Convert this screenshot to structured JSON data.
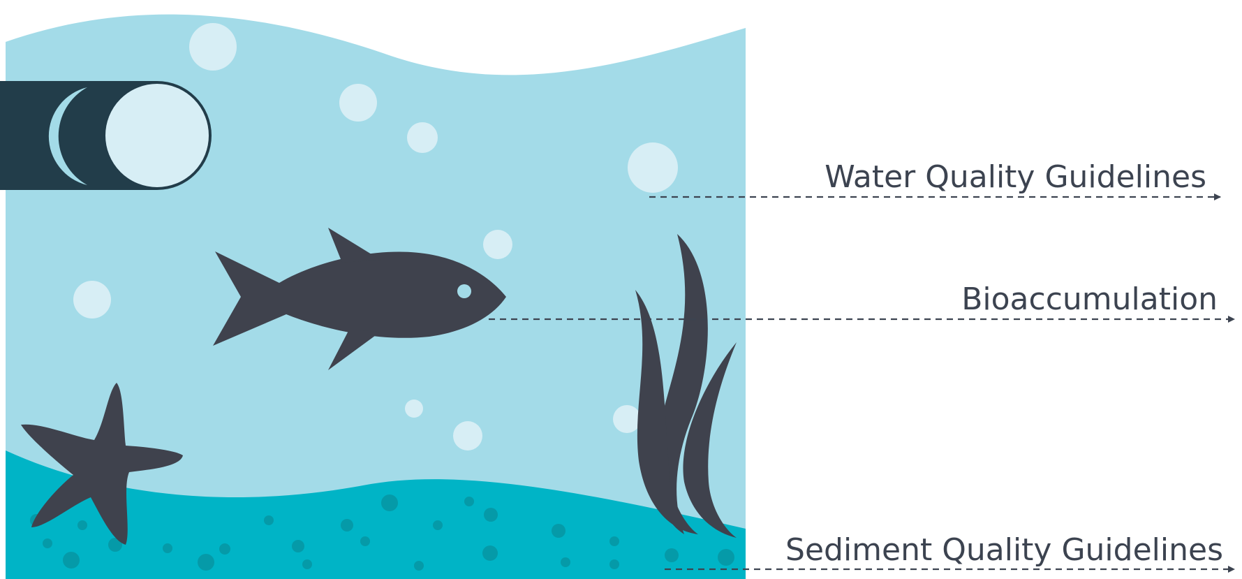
{
  "labels": {
    "water": "Water Quality Guidelines",
    "bio": "Bioaccumulation",
    "sediment": "Sediment Quality Guidelines"
  },
  "colors": {
    "background": "#ffffff",
    "water": "#a3dbe8",
    "bubble": "#d7eef5",
    "sediment": "#00b4c6",
    "sediment_dot": "#059aa8",
    "silhouette": "#3f424d",
    "pipe": "#223d4a",
    "text": "#3c4350",
    "arrow": "#3c4350"
  },
  "icons": {
    "pipe": "outfall-pipe-icon",
    "fish": "fish-icon",
    "starfish": "starfish-icon",
    "seaweed": "seaweed-icon"
  }
}
